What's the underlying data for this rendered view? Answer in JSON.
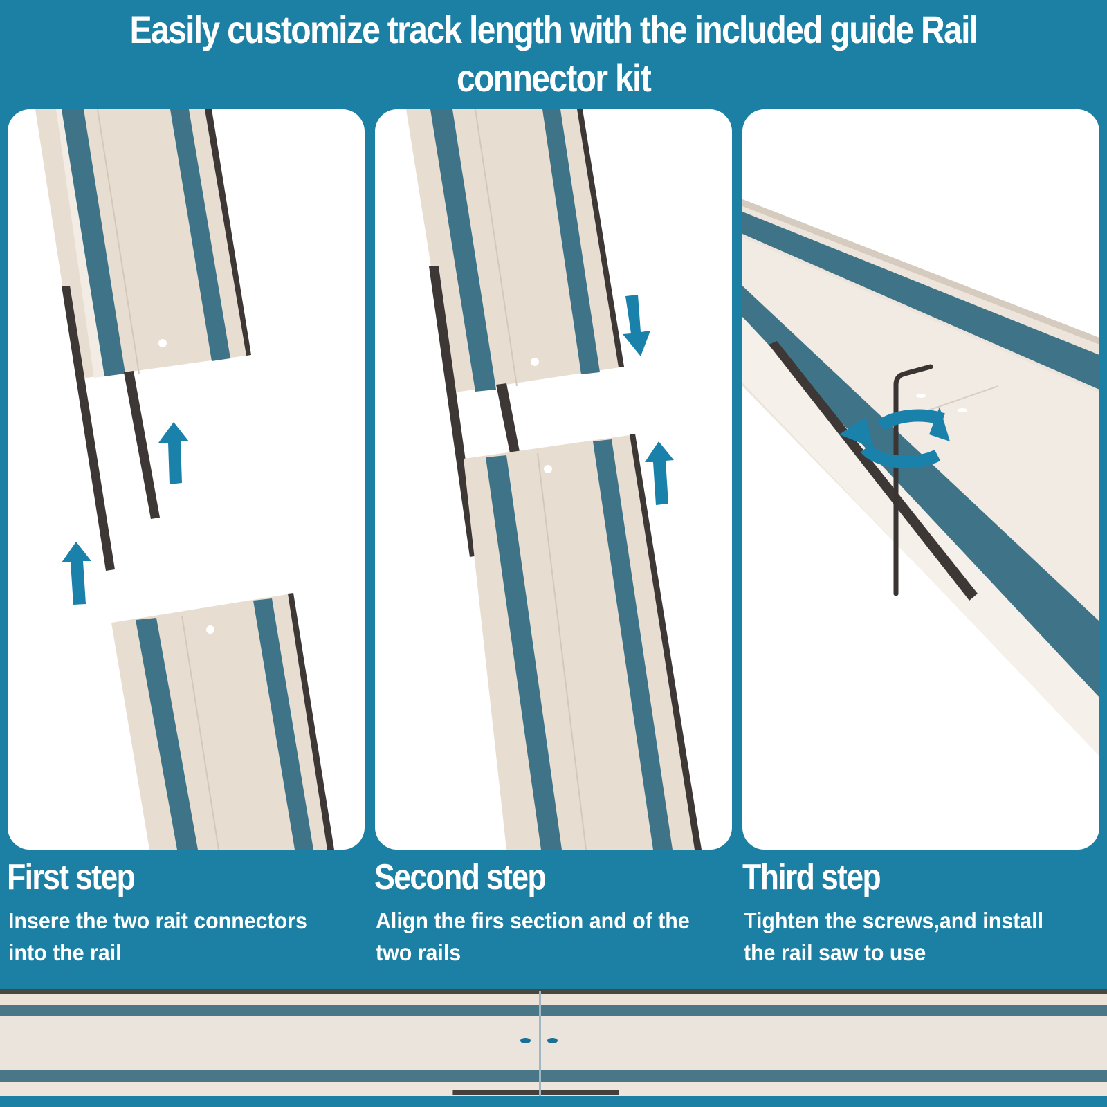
{
  "header": {
    "title_line1": "Easily customize track length with the included guide Rail",
    "title_line2": "connector kit"
  },
  "steps": [
    {
      "title": "First step",
      "description": "Insere the two rait connectors into the rail"
    },
    {
      "title": "Second step",
      "description": "Align the firs section and of the two rails"
    },
    {
      "title": "Third step",
      "description": "Tighten the screws,and install the rail saw to use"
    }
  ],
  "icons": {
    "step1": [
      "arrow-up-icon",
      "arrow-up-icon"
    ],
    "step2": [
      "arrow-down-icon",
      "arrow-up-icon"
    ],
    "step3": [
      "rotate-icon"
    ]
  },
  "colors": {
    "background": "#1b80a3",
    "rail_body": "#e8ddd1",
    "rail_stripe": "#3f7488",
    "connector": "#3d3835",
    "arrow": "#1a81ab",
    "panel": "#ffffff"
  }
}
